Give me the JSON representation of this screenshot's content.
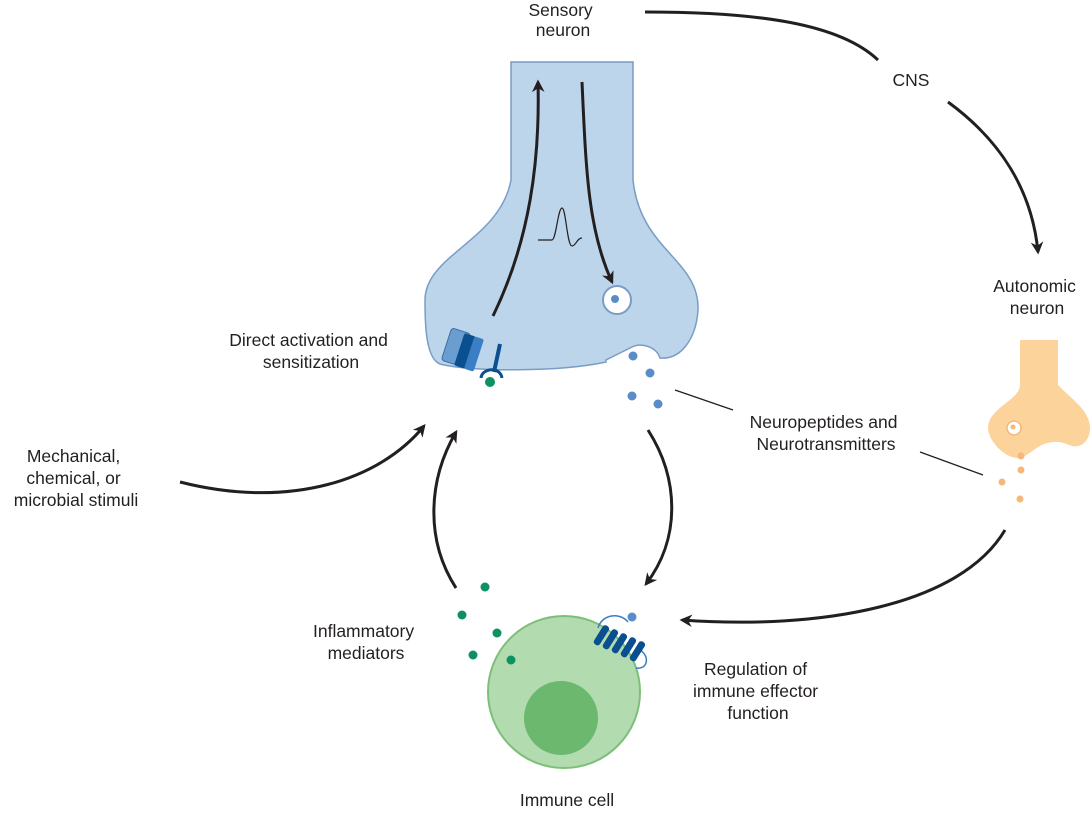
{
  "labels": {
    "sensory_neuron": [
      "Sensory",
      "neuron"
    ],
    "cns": "CNS",
    "autonomic_neuron": [
      "Autonomic",
      "neuron"
    ],
    "direct_activation": [
      "Direct activation and",
      "sensitization"
    ],
    "neuropeptides": [
      "Neuropeptides and",
      "Neurotransmitters"
    ],
    "stimuli": [
      "Mechanical,",
      "chemical, or",
      "microbial stimuli"
    ],
    "inflammatory": [
      "Inflammatory",
      "mediators"
    ],
    "regulation": [
      "Regulation of",
      "immune effector",
      "function"
    ],
    "immune_cell": "Immune cell"
  },
  "colors": {
    "sensory_fill": "#bdd5ea",
    "sensory_stroke": "#7a9cc6",
    "autonomic_fill": "#fcd39a",
    "autonomic_dots": "#f7b77a",
    "immune_fill": "#b2dcb0",
    "immune_nucleus": "#6cb86e",
    "immune_stroke": "#7dbf79",
    "mediator_dots": "#0e9160",
    "neuropeptide_dots": "#5a8cc8",
    "receptor_dark": "#0a4f8f",
    "receptor_mid": "#3a7ec3",
    "arrow": "#231f20"
  }
}
